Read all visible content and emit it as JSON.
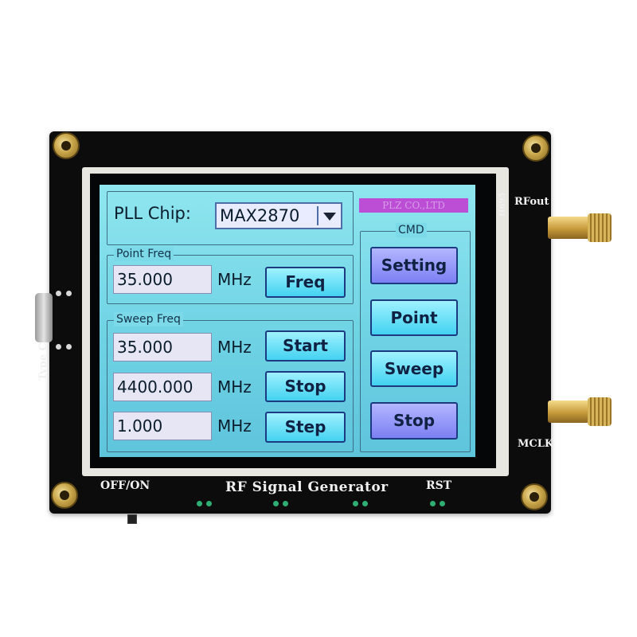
{
  "board": {
    "label_type_c": "Type C",
    "label_off_on": "OFF/ON",
    "label_title": "RF Signal Generator",
    "label_rst": "RST",
    "label_rfout": "RFout",
    "label_mclk": "MCLK",
    "label_chip": "H695"
  },
  "screen": {
    "brand_badge": "PLZ CO.,LTD",
    "pll_label": "PLL Chip:",
    "pll_value": "MAX2870",
    "point_group_title": "Point Freq",
    "point_value": "35.000",
    "point_unit": "MHz",
    "point_button": "Freq",
    "sweep_group_title": "Sweep Freq",
    "sweep_rows": [
      {
        "value": "35.000",
        "unit": "MHz",
        "button": "Start"
      },
      {
        "value": "4400.000",
        "unit": "MHz",
        "button": "Stop"
      },
      {
        "value": "1.000",
        "unit": "MHz",
        "button": "Step"
      }
    ],
    "cmd_group_title": "CMD",
    "cmd_buttons": [
      "Setting",
      "Point",
      "Sweep",
      "Stop"
    ]
  },
  "colors": {
    "screen_bg": "#6fd3e4",
    "button_cyan": "#43d2f0",
    "button_purple": "#7c7ff2",
    "badge": "#bc4ed6",
    "pcb": "#0c0c0d"
  }
}
